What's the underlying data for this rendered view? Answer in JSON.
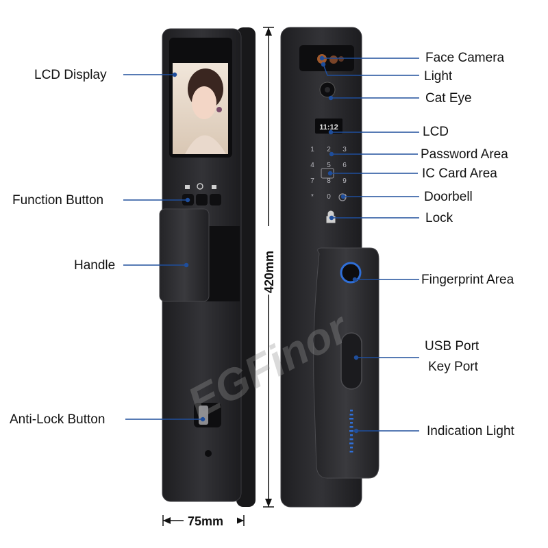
{
  "labels": {
    "lcd_display": "LCD Display",
    "function_button": "Function Button",
    "handle": "Handle",
    "anti_lock_button": "Anti-Lock Button",
    "face_camera": "Face Camera",
    "light": "Light",
    "cat_eye": "Cat Eye",
    "lcd": "LCD",
    "password_area": "Password Area",
    "ic_card_area": "IC Card Area",
    "doorbell": "Doorbell",
    "lock": "Lock",
    "fingerprint_area": "Fingerprint Area",
    "usb_port": "USB Port",
    "key_port": "Key Port",
    "indication_light": "Indication Light"
  },
  "dimensions": {
    "height": "420mm",
    "width": "75mm"
  },
  "watermark": "EGFinor",
  "screen_time": "11:12",
  "keypad": [
    "1",
    "2",
    "3",
    "4",
    "5",
    "6",
    "7",
    "8",
    "9",
    "*",
    "0",
    "#"
  ],
  "colors": {
    "leader_line": "#1f4e9c",
    "body": "#2a2a2d",
    "body_edge": "#3c3c40",
    "indicator": "#2f6fd8"
  }
}
